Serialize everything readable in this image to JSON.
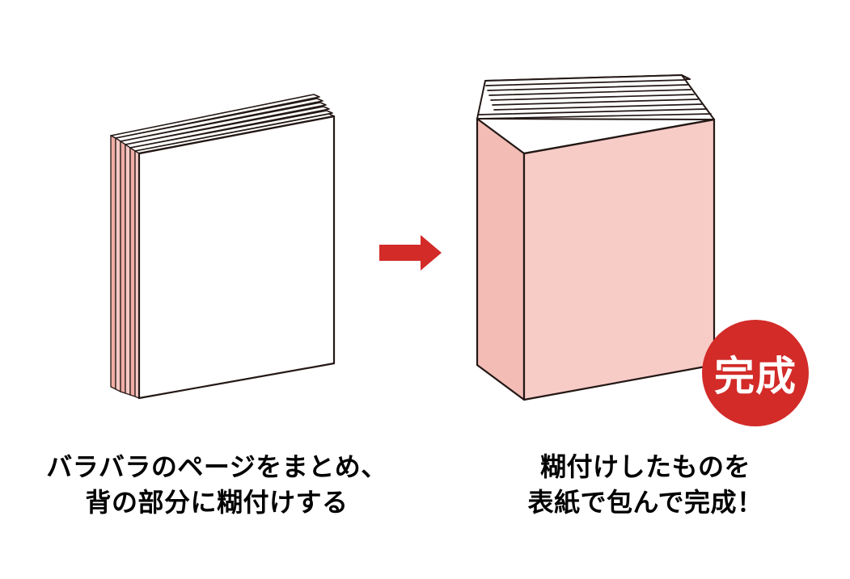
{
  "illustration": {
    "title": "bookbinding-process-illustration",
    "colors": {
      "page_pink": "#F7CAC5",
      "page_pink_dark": "#F0ACA5",
      "cover_pink": "#F7CBC6",
      "cover_pink_side": "#F3BDB6",
      "outline": "#231815",
      "badge_red": "#D22B28",
      "arrow_red": "#D22B28",
      "paper_white": "#FFFFFF",
      "background": "#FFFFFF",
      "text": "#000000"
    },
    "steps": [
      {
        "id": "step-loose-pages",
        "object": "loose-page-stack",
        "caption": "バラバラのページをまとめ、\n背の部分に糊付けする",
        "caption_line1": "バラバラのページをまとめ、",
        "caption_line2": "背の部分に糊付けする",
        "page_count": 7
      },
      {
        "id": "step-finished-book",
        "object": "finished-bound-book",
        "caption": "糊付けしたものを\n表紙で包んで完成！",
        "caption_line1": "糊付けしたものを",
        "caption_line2": "表紙で包んで完成！",
        "page_count": 9
      }
    ],
    "arrow": {
      "name": "right-arrow",
      "direction": "right",
      "color": "#D22B28"
    },
    "badge": {
      "name": "completion-badge",
      "label": "完成",
      "shape": "circle",
      "fill": "#D22B28",
      "text_color": "#FFFFFF"
    }
  }
}
